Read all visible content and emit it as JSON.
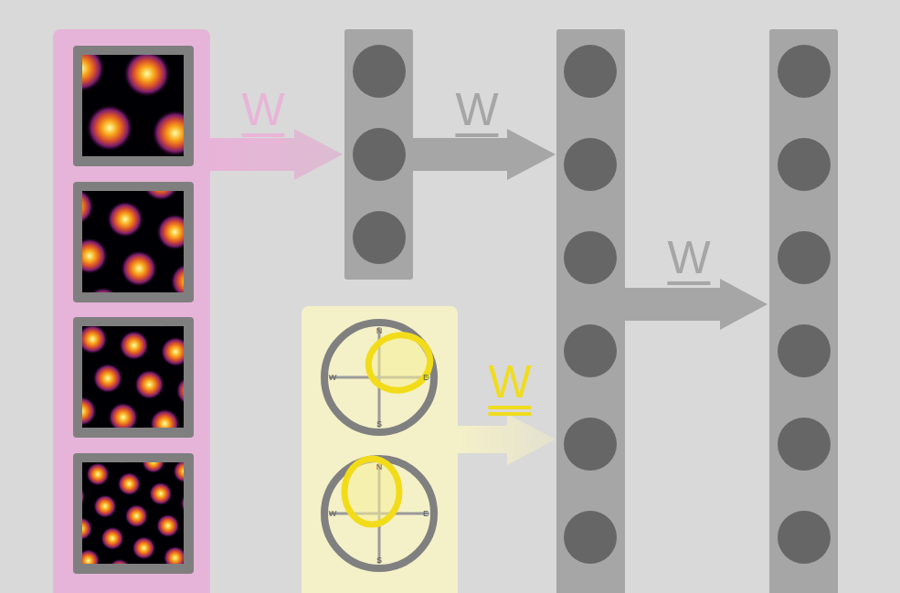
{
  "diagram": {
    "labels": [
      "W",
      "W",
      "W",
      "W",
      "N",
      "W",
      "E",
      "S",
      "N",
      "W",
      "E",
      "S"
    ]
  }
}
